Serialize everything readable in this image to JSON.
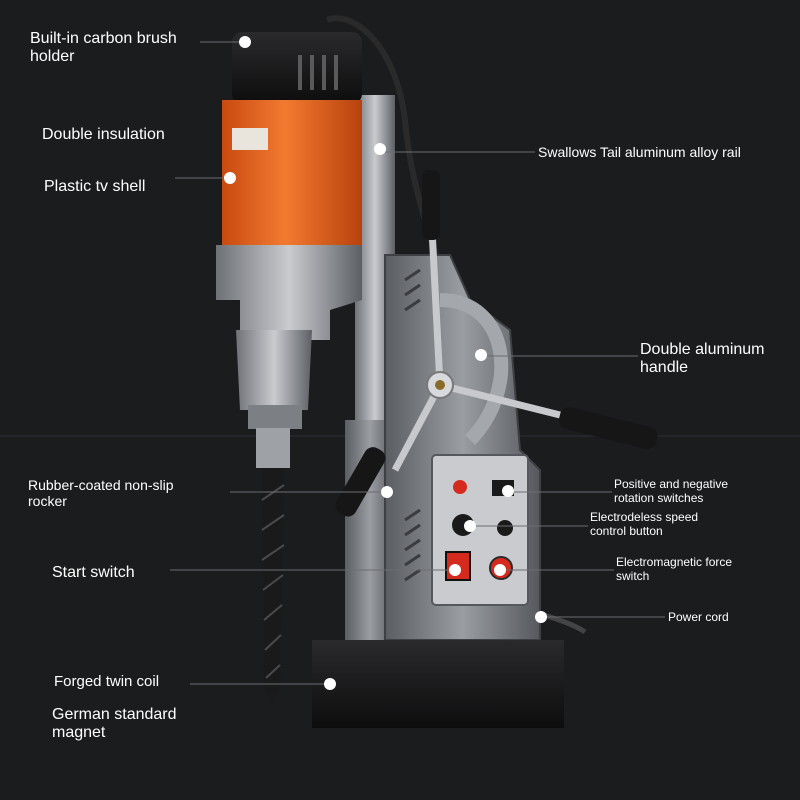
{
  "labels": {
    "carbon_brush": "Built-in carbon brush\nholder",
    "double_insulation": "Double insulation",
    "plastic_shell": "Plastic tv shell",
    "swallows_tail": "Swallows Tail aluminum alloy rail",
    "double_handle": "Double aluminum\nhandle",
    "rubber_rocker": "Rubber-coated non-slip\nrocker",
    "rotation_switches": "Positive and negative\nrotation switches",
    "speed_button": "Electrodeless speed\ncontrol button",
    "start_switch": "Start switch",
    "em_force_switch": "Electromagnetic force\nswitch",
    "power_cord": "Power cord",
    "twin_coil": "Forged twin coil",
    "magnet": "German standard\nmagnet"
  },
  "colors": {
    "background": "#1b1c1e",
    "motor_orange": "#e8601c",
    "body_grey": "#8c8f94",
    "callout_dot": "#ffffff"
  }
}
